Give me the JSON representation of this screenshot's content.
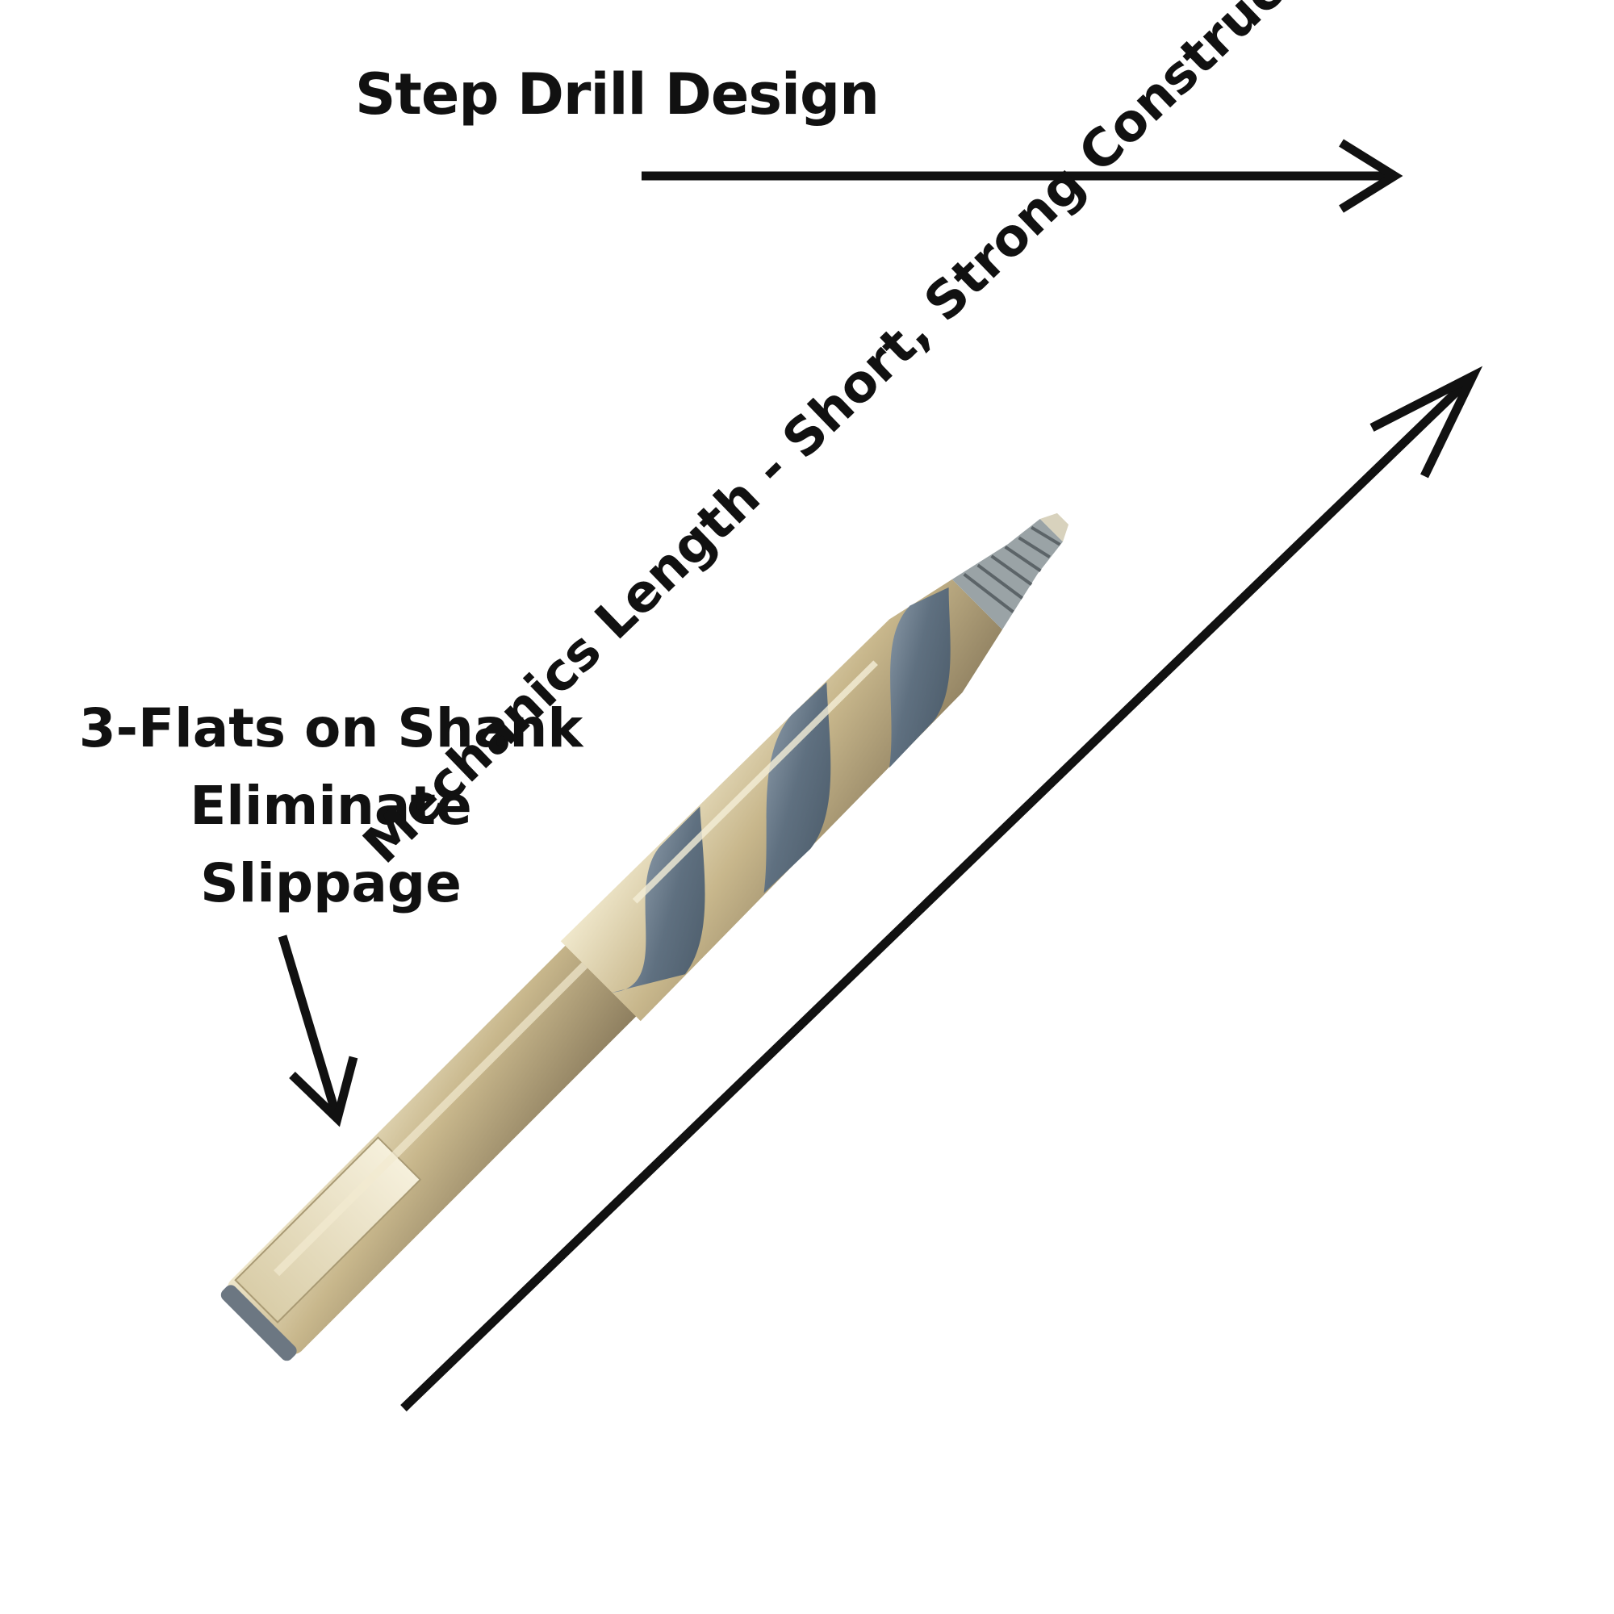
{
  "callouts": {
    "step_drill": "Step Drill Design",
    "flats_line1": "3-Flats on Shank",
    "flats_line2": "Eliminate",
    "flats_line3": "Slippage",
    "length": "Mechanics Length - Short, Strong Construction"
  },
  "colors": {
    "text": "#111111",
    "arrow": "#111111",
    "gold": "#c9b88e",
    "gold_light": "#efe6c8",
    "steel": "#5d6e7e",
    "steel_light": "#a9b8c6",
    "background": "#ffffff"
  },
  "icons": {
    "drill": "drill-bit-photo",
    "arrows": "arrow-icon"
  }
}
